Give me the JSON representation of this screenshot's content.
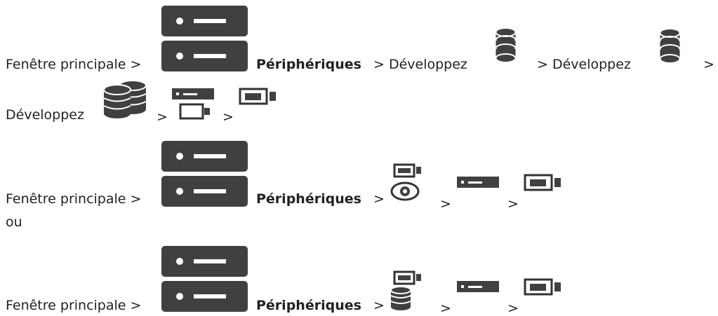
{
  "colors": {
    "text": "#222222",
    "icon_fill": "#404040",
    "icon_stroke": "#333333"
  },
  "path1": {
    "main_window": "Fenêtre principale >",
    "devices_icon": "devices-icon",
    "devices_label": "Périphériques",
    "sep_expand_1": "> Développez",
    "storage_icon_1": "storage-database-icon",
    "sep_expand_2": "> Développez",
    "storage_icon_2": "storage-database-icon",
    "sep_end_line1": ">",
    "expand_3": "Développez",
    "storage_pool_icon": "storage-pool-icon",
    "sep_a": ">",
    "encoder_icon": "encoder-icon",
    "sep_b": ">",
    "camera_icon": "camera-icon"
  },
  "path2": {
    "main_window": "Fenêtre principale >",
    "devices_icon": "devices-icon",
    "devices_label": "Périphériques",
    "sep_a": ">",
    "live_only_icon": "camera-eye-icon",
    "sep_b": ">",
    "encoder_icon": "encoder-icon",
    "sep_c": ">",
    "camera_icon": "camera-icon"
  },
  "or_label": "ou",
  "path3": {
    "main_window": "Fenêtre principale >",
    "devices_icon": "devices-icon",
    "devices_label": "Périphériques",
    "sep_a": ">",
    "local_storage_icon": "camera-storage-icon",
    "sep_b": ">",
    "encoder_icon": "encoder-icon",
    "sep_c": ">",
    "camera_icon": "camera-icon"
  }
}
